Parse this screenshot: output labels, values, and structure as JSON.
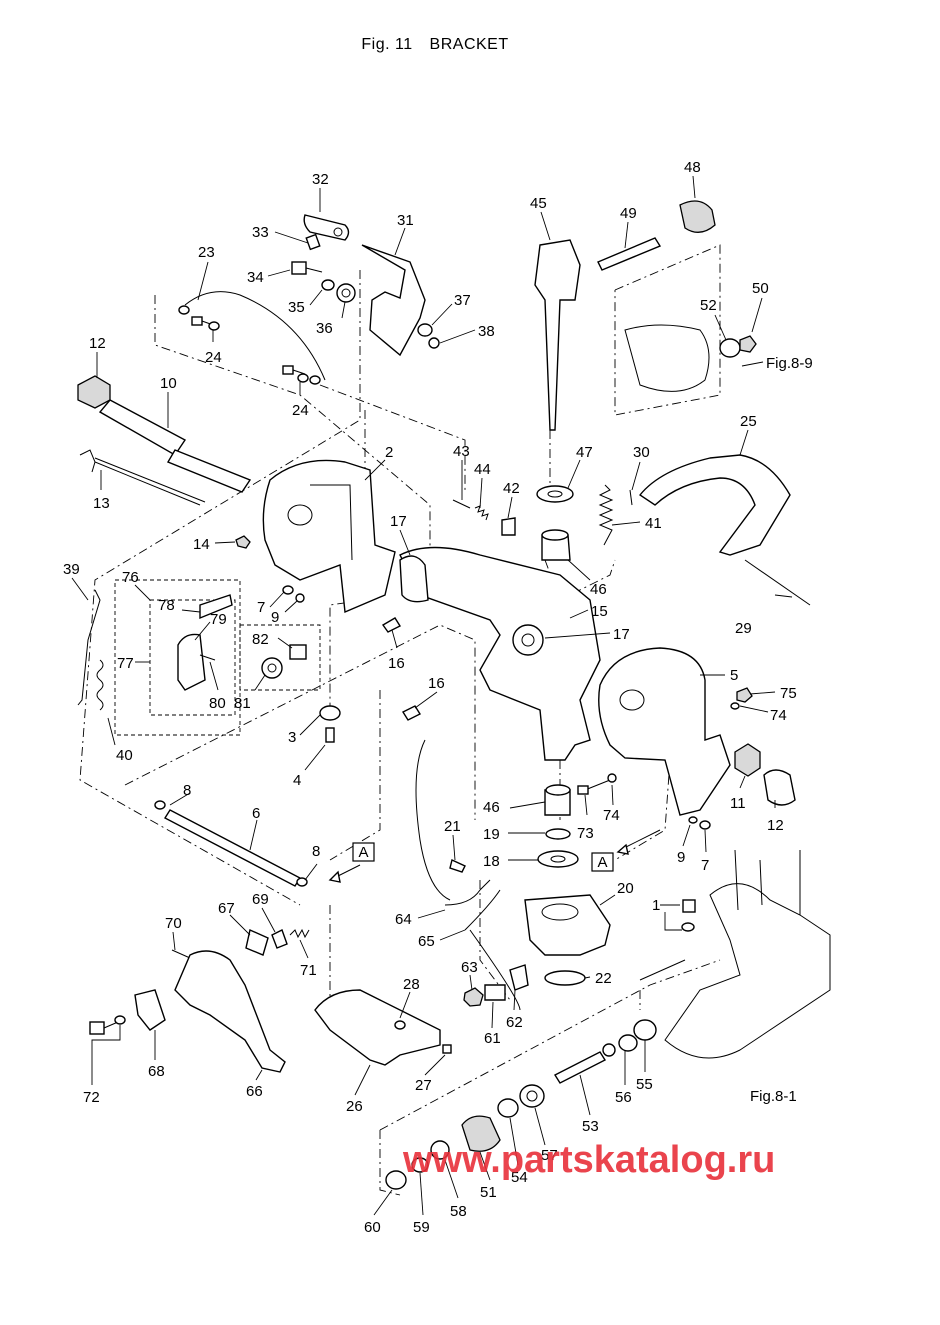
{
  "title": {
    "fig": "Fig. 11",
    "name": "BRACKET"
  },
  "watermark": "www.partskatalog.ru",
  "refs": {
    "fig_8_9": "Fig.8-9",
    "fig_8_1": "Fig.8-1",
    "view_a_1": "A",
    "view_a_2": "A"
  },
  "labels": [
    {
      "n": "32"
    },
    {
      "n": "31"
    },
    {
      "n": "33"
    },
    {
      "n": "23"
    },
    {
      "n": "34"
    },
    {
      "n": "35"
    },
    {
      "n": "36"
    },
    {
      "n": "37"
    },
    {
      "n": "38"
    },
    {
      "n": "24"
    },
    {
      "n": "24"
    },
    {
      "n": "12"
    },
    {
      "n": "10"
    },
    {
      "n": "13"
    },
    {
      "n": "2"
    },
    {
      "n": "14"
    },
    {
      "n": "39"
    },
    {
      "n": "76"
    },
    {
      "n": "78"
    },
    {
      "n": "79"
    },
    {
      "n": "77"
    },
    {
      "n": "7"
    },
    {
      "n": "9"
    },
    {
      "n": "82"
    },
    {
      "n": "80"
    },
    {
      "n": "81"
    },
    {
      "n": "40"
    },
    {
      "n": "3"
    },
    {
      "n": "4"
    },
    {
      "n": "8"
    },
    {
      "n": "6"
    },
    {
      "n": "8"
    },
    {
      "n": "45"
    },
    {
      "n": "49"
    },
    {
      "n": "48"
    },
    {
      "n": "50"
    },
    {
      "n": "52"
    },
    {
      "n": "43"
    },
    {
      "n": "44"
    },
    {
      "n": "42"
    },
    {
      "n": "47"
    },
    {
      "n": "30"
    },
    {
      "n": "25"
    },
    {
      "n": "41"
    },
    {
      "n": "46"
    },
    {
      "n": "17"
    },
    {
      "n": "15"
    },
    {
      "n": "17"
    },
    {
      "n": "16"
    },
    {
      "n": "16"
    },
    {
      "n": "29"
    },
    {
      "n": "5"
    },
    {
      "n": "75"
    },
    {
      "n": "74"
    },
    {
      "n": "74"
    },
    {
      "n": "73"
    },
    {
      "n": "46"
    },
    {
      "n": "19"
    },
    {
      "n": "18"
    },
    {
      "n": "11"
    },
    {
      "n": "12"
    },
    {
      "n": "9"
    },
    {
      "n": "7"
    },
    {
      "n": "21"
    },
    {
      "n": "20"
    },
    {
      "n": "64"
    },
    {
      "n": "65"
    },
    {
      "n": "1"
    },
    {
      "n": "70"
    },
    {
      "n": "67"
    },
    {
      "n": "69"
    },
    {
      "n": "71"
    },
    {
      "n": "28"
    },
    {
      "n": "63"
    },
    {
      "n": "22"
    },
    {
      "n": "62"
    },
    {
      "n": "61"
    },
    {
      "n": "72"
    },
    {
      "n": "68"
    },
    {
      "n": "66"
    },
    {
      "n": "26"
    },
    {
      "n": "27"
    },
    {
      "n": "53"
    },
    {
      "n": "56"
    },
    {
      "n": "55"
    },
    {
      "n": "57"
    },
    {
      "n": "54"
    },
    {
      "n": "51"
    },
    {
      "n": "58"
    },
    {
      "n": "59"
    },
    {
      "n": "60"
    }
  ]
}
